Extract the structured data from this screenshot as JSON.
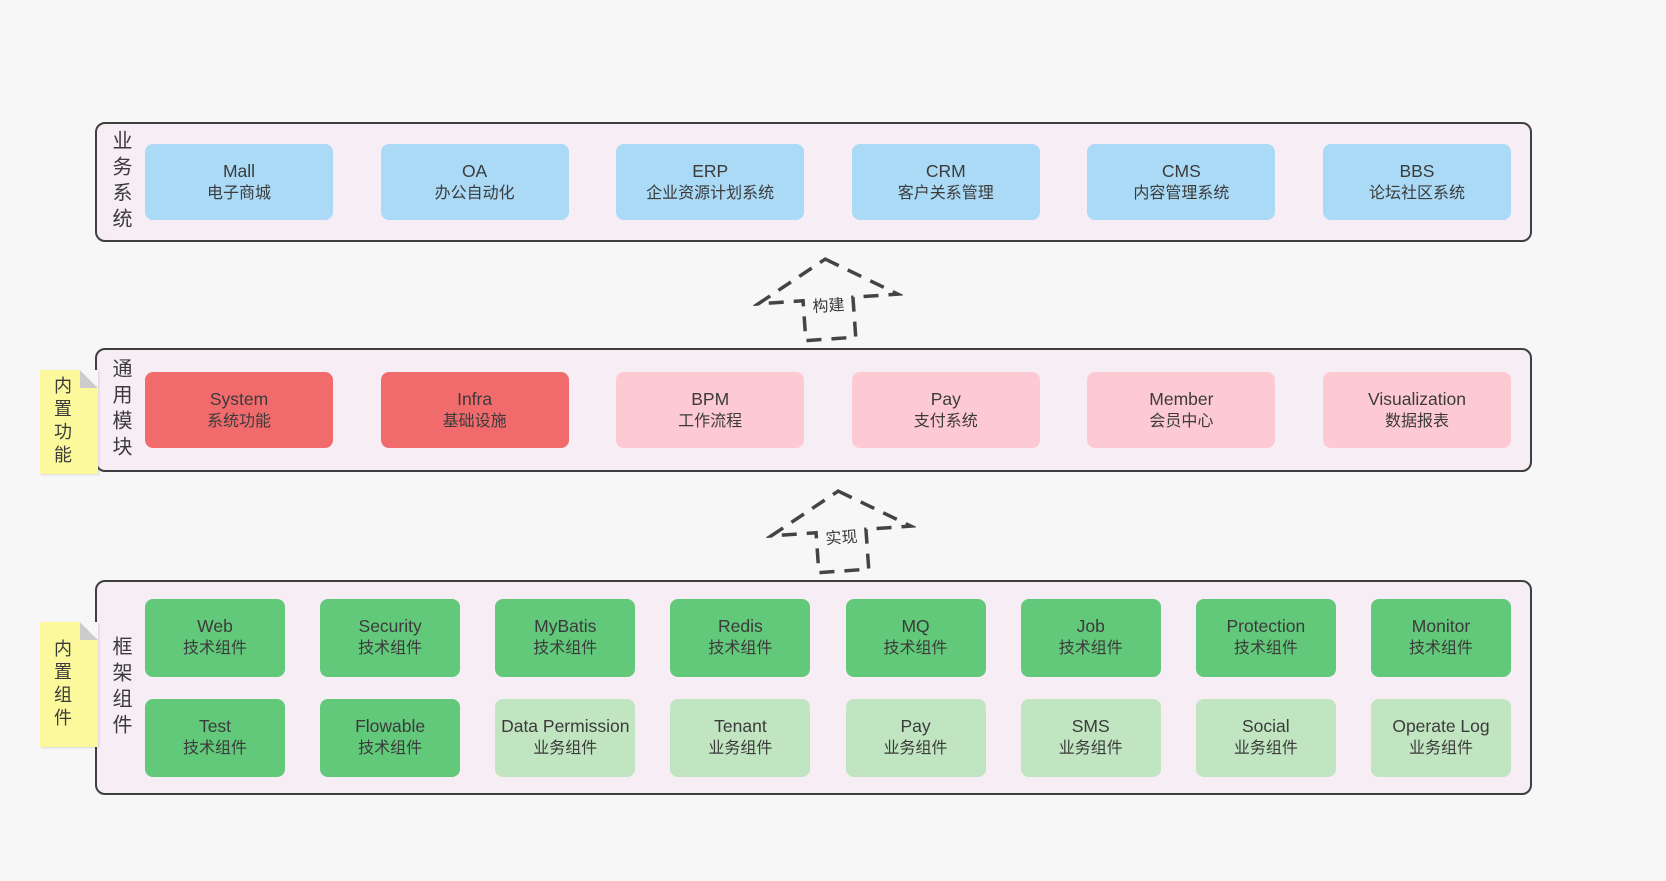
{
  "diagram": {
    "colors": {
      "blue": "#aadaf6",
      "red": "#f16b6d",
      "pink": "#fdc9d2",
      "green": "#62c87a",
      "lightgreen": "#c0e5c0",
      "layer_bg": "#f6edf5",
      "border": "#3f3f3f",
      "note_bg": "#fbf99c",
      "note_fold": "#cccccc",
      "page_bg": "#f7f7f7",
      "text": "#3b3b3b",
      "arrow_stroke": "#444444"
    },
    "layers": [
      {
        "id": "business-systems",
        "label": "业务系统",
        "note": "",
        "rows": [
          [
            {
              "name": "Mall",
              "desc": "电子商城",
              "type": "blue"
            },
            {
              "name": "OA",
              "desc": "办公自动化",
              "type": "blue"
            },
            {
              "name": "ERP",
              "desc": "企业资源计划系统",
              "type": "blue"
            },
            {
              "name": "CRM",
              "desc": "客户关系管理",
              "type": "blue"
            },
            {
              "name": "CMS",
              "desc": "内容管理系统",
              "type": "blue"
            },
            {
              "name": "BBS",
              "desc": "论坛社区系统",
              "type": "blue"
            }
          ]
        ]
      },
      {
        "id": "common-modules",
        "label": "通用模块",
        "note": "内置功能",
        "rows": [
          [
            {
              "name": "System",
              "desc": "系统功能",
              "type": "red"
            },
            {
              "name": "Infra",
              "desc": "基础设施",
              "type": "red"
            },
            {
              "name": "BPM",
              "desc": "工作流程",
              "type": "pink"
            },
            {
              "name": "Pay",
              "desc": "支付系统",
              "type": "pink"
            },
            {
              "name": "Member",
              "desc": "会员中心",
              "type": "pink"
            },
            {
              "name": "Visualization",
              "desc": "数据报表",
              "type": "pink"
            }
          ]
        ]
      },
      {
        "id": "framework-components",
        "label": "框架组件",
        "note": "内置组件",
        "rows": [
          [
            {
              "name": "Web",
              "desc": "技术组件",
              "type": "green"
            },
            {
              "name": "Security",
              "desc": "技术组件",
              "type": "green"
            },
            {
              "name": "MyBatis",
              "desc": "技术组件",
              "type": "green"
            },
            {
              "name": "Redis",
              "desc": "技术组件",
              "type": "green"
            },
            {
              "name": "MQ",
              "desc": "技术组件",
              "type": "green"
            },
            {
              "name": "Job",
              "desc": "技术组件",
              "type": "green"
            },
            {
              "name": "Protection",
              "desc": "技术组件",
              "type": "green"
            },
            {
              "name": "Monitor",
              "desc": "技术组件",
              "type": "green"
            }
          ],
          [
            {
              "name": "Test",
              "desc": "技术组件",
              "type": "green"
            },
            {
              "name": "Flowable",
              "desc": "技术组件",
              "type": "green"
            },
            {
              "name": "Data Permission",
              "desc": "业务组件",
              "type": "lightgreen"
            },
            {
              "name": "Tenant",
              "desc": "业务组件",
              "type": "lightgreen"
            },
            {
              "name": "Pay",
              "desc": "业务组件",
              "type": "lightgreen"
            },
            {
              "name": "SMS",
              "desc": "业务组件",
              "type": "lightgreen"
            },
            {
              "name": "Social",
              "desc": "业务组件",
              "type": "lightgreen"
            },
            {
              "name": "Operate Log",
              "desc": "业务组件",
              "type": "lightgreen"
            }
          ]
        ]
      }
    ],
    "arrows": [
      {
        "label": "构建"
      },
      {
        "label": "实现"
      }
    ]
  }
}
